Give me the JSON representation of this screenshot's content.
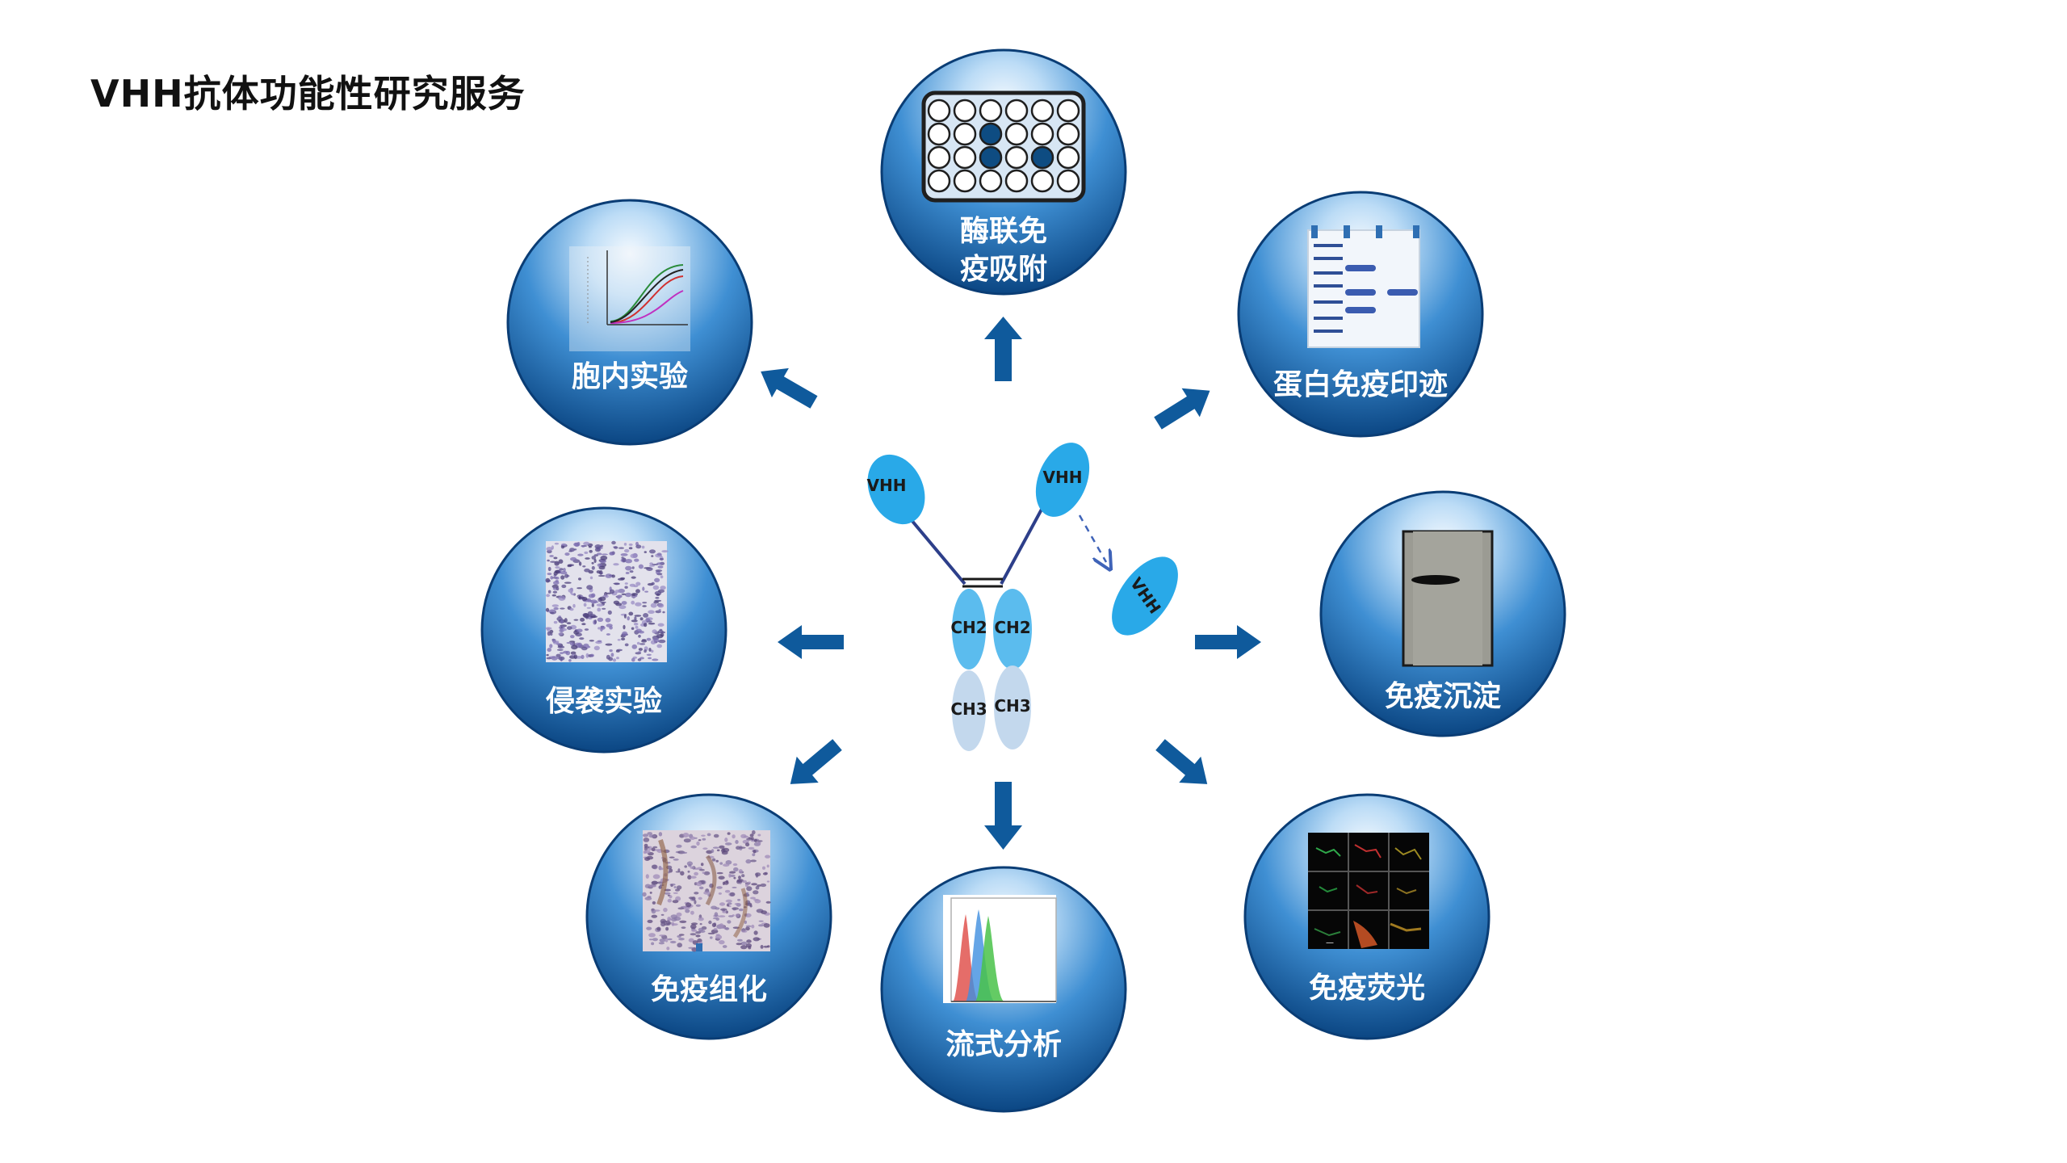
{
  "title": "VHH抗体功能性研究服务",
  "colors": {
    "circle_dark": "#0d4f8f",
    "circle_light": "#e6f1fb",
    "arrow": "#0f5a9c",
    "vhh": "#29a9e8",
    "ch2": "#5bbcee",
    "ch3": "#c3d8ed",
    "hinge": "#2d3f8a"
  },
  "antibody": {
    "vhh_left": "VHH",
    "vhh_right": "VHH",
    "vhh_free": "VHH",
    "ch2_left": "CH2",
    "ch2_right": "CH2",
    "ch3_left": "CH3",
    "ch3_right": "CH3"
  },
  "services": {
    "elisa": {
      "line1": "酶联免",
      "line2": "疫吸附",
      "icon": "elisa-plate-icon"
    },
    "western": {
      "label": "蛋白免疫印迹",
      "icon": "western-blot-icon"
    },
    "ip": {
      "label": "免疫沉淀",
      "icon": "ip-band-icon"
    },
    "if": {
      "label": "免疫荧光",
      "icon": "fluorescence-grid-icon"
    },
    "flow": {
      "label": "流式分析",
      "icon": "flow-histogram-icon"
    },
    "ihc": {
      "label": "免疫组化",
      "icon": "tissue-stain-icon"
    },
    "invasion": {
      "label": "侵袭实验",
      "icon": "cell-invasion-icon"
    },
    "cellular": {
      "label": "胞内实验",
      "icon": "dose-curve-icon"
    }
  }
}
